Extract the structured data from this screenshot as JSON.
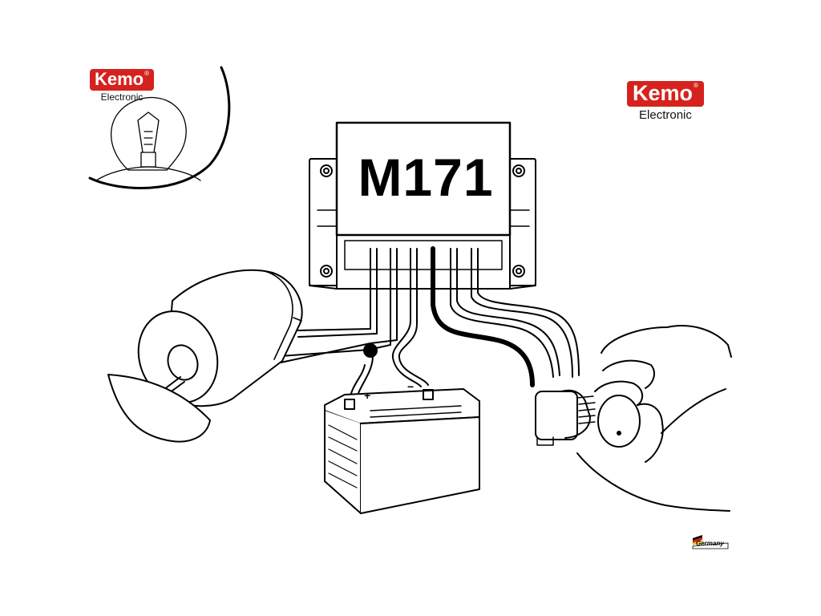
{
  "brand": {
    "logo_text": "Kemo",
    "registered_mark": "®",
    "subtitle": "Electronic",
    "logo_color": "#d6221e"
  },
  "module": {
    "label": "M171"
  },
  "components": [
    "lamp",
    "dc-motor",
    "battery",
    "potentiometer",
    "hand"
  ],
  "battery": {
    "plus": "+",
    "minus": "−"
  },
  "badge": {
    "text": "Germany"
  }
}
